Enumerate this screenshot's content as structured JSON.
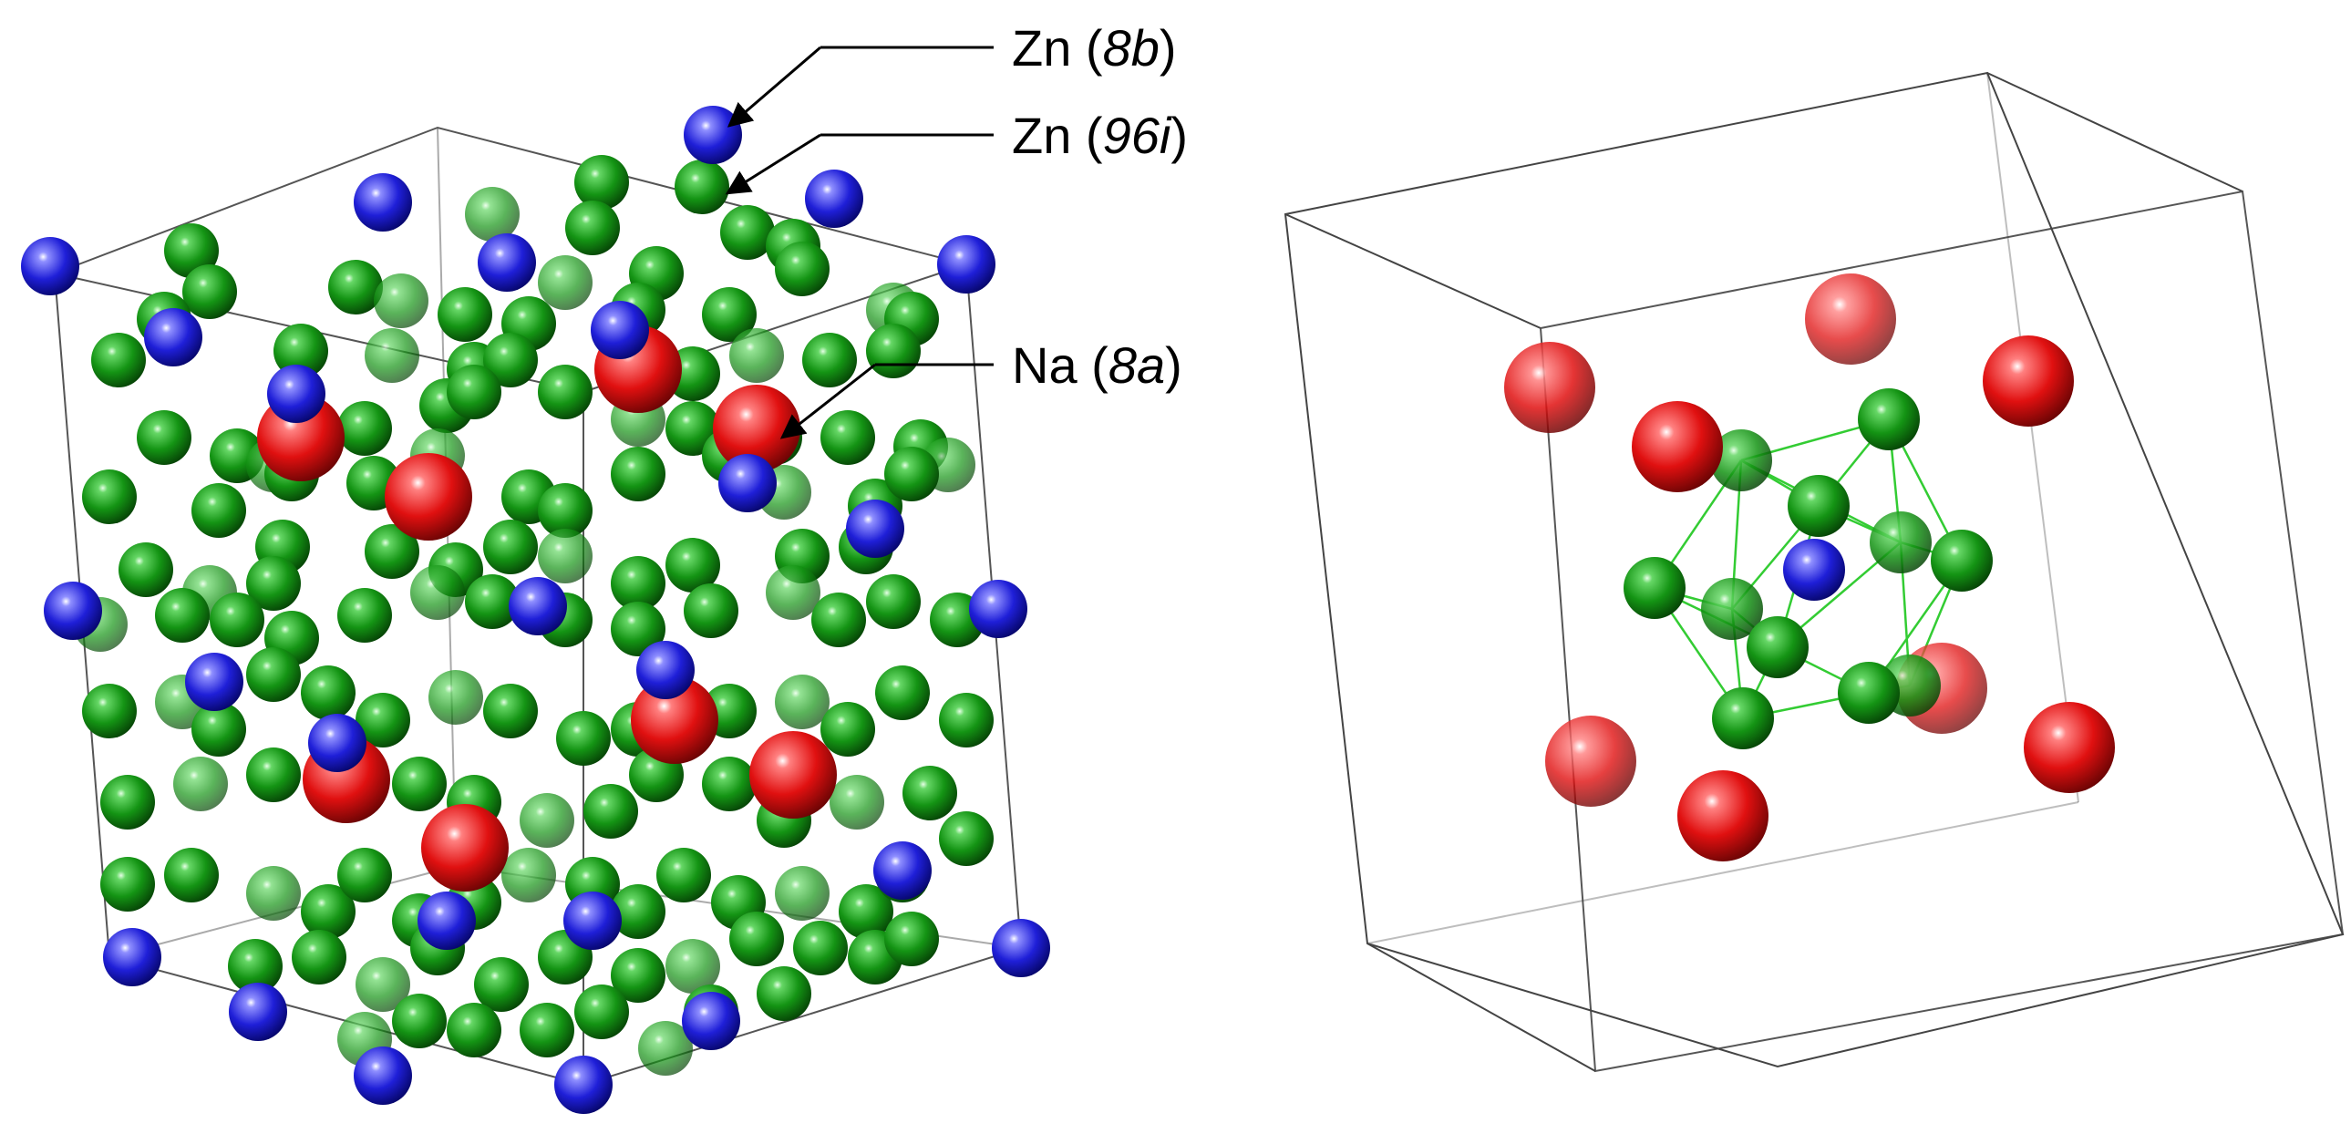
{
  "labels": [
    {
      "element": "Zn",
      "site": "8b"
    },
    {
      "element": "Zn",
      "site": "96i"
    },
    {
      "element": "Na",
      "site": "8a"
    }
  ],
  "colors": {
    "zn_8b": "#1f1fd8",
    "zn_96i": "#149414",
    "na_8a": "#e01010",
    "cell_edge": "#555555",
    "bond": "#33cc33",
    "text": "#000000"
  }
}
